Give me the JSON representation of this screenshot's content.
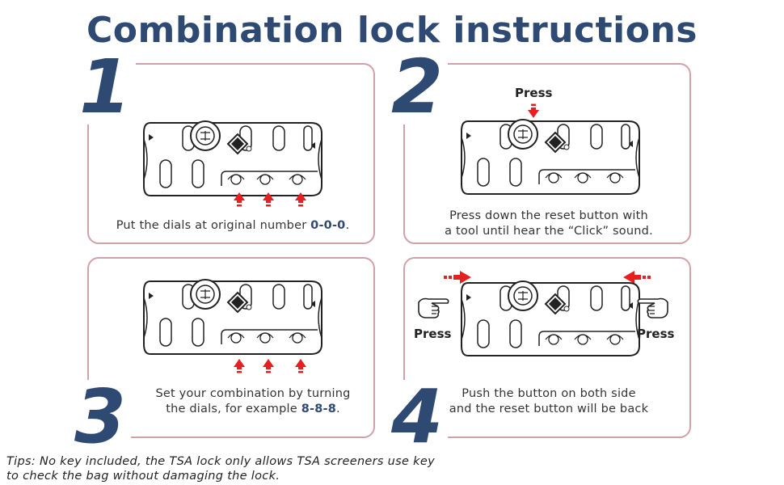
{
  "title": "Combination lock instructions",
  "steps": [
    {
      "number": "1",
      "caption_pre": "Put the dials at original number ",
      "caption_code": "0-0-0",
      "caption_post": "."
    },
    {
      "number": "2",
      "press_label": "Press",
      "line1": "Press down the reset button with",
      "line2": "a tool until hear the “Click” sound."
    },
    {
      "number": "3",
      "line1": "Set your combination by turning",
      "line2_pre": "the dials, for example ",
      "line2_code": "8-8-8",
      "line2_post": "."
    },
    {
      "number": "4",
      "press_left": "Press",
      "press_right": "Press",
      "line1": "Push the button on both side",
      "line2": "and the reset button will be back"
    }
  ],
  "tips": {
    "line1": "Tips: No key included, the TSA lock only allows TSA screeners use key",
    "line2": "to check the bag without damaging the lock."
  },
  "colors": {
    "title": "#2f4a72",
    "border": "#d2a0a6",
    "arrow": "#e62020",
    "code": "#2f4a72"
  },
  "icons": [
    "padlock-illustration",
    "arrow-up-icon",
    "arrow-down-icon",
    "arrow-right-icon",
    "arrow-left-icon",
    "pointing-hand-icon"
  ]
}
